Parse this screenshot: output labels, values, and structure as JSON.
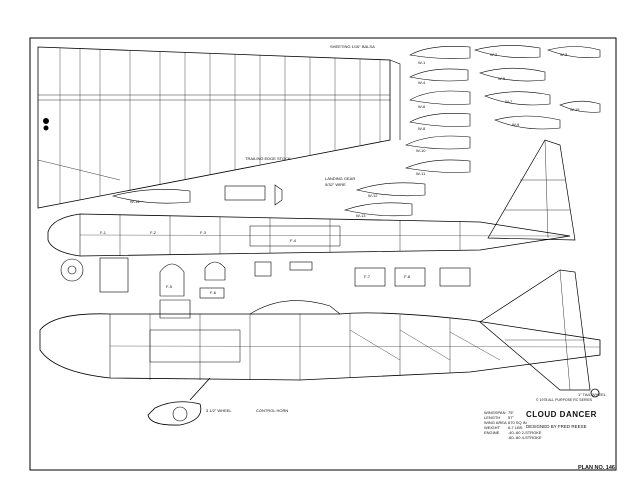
{
  "title_block": {
    "title": "CLOUD DANCER",
    "designer": "DESIGNED BY FRED REESE",
    "plan_no": "PLAN NO. 146",
    "copyright": "© 1978 ALL PURPOSE RC SERIES",
    "specs": [
      {
        "label": "WINGSPAN",
        "value": "75\""
      },
      {
        "label": "LENGTH",
        "value": "57\""
      },
      {
        "label": "WING AREA",
        "value": "670 SQ IN"
      },
      {
        "label": "WEIGHT",
        "value": "6-7 LBS"
      },
      {
        "label": "ENGINE",
        "value": ".40-.60 2-STROKE"
      },
      {
        "label": "",
        "value": ".60-.80 4-STROKE"
      }
    ]
  },
  "labels": {
    "landing_gear": "LANDING GEAR",
    "landing_gear_size": "5/32\" WIRE",
    "wheel": "3 1/2\" WHEEL",
    "wing_sheeting": "SHEETING 1/16\" BALSA",
    "trailing_edge": "TRAILING EDGE STOCK",
    "tail_wheel": "1\" TAIL WHEEL",
    "control_note": "CONTROL HORN"
  },
  "ribs": [
    "W-1",
    "W-2",
    "W-3",
    "W-4",
    "W-5",
    "W-6",
    "W-7",
    "W-8",
    "W-9",
    "W-10",
    "W-11",
    "W-12",
    "W-13",
    "W-14",
    "W-15"
  ],
  "formers": [
    "F-1",
    "F-2",
    "F-3",
    "F-4",
    "F-5",
    "F-6",
    "F-7",
    "F-8"
  ]
}
